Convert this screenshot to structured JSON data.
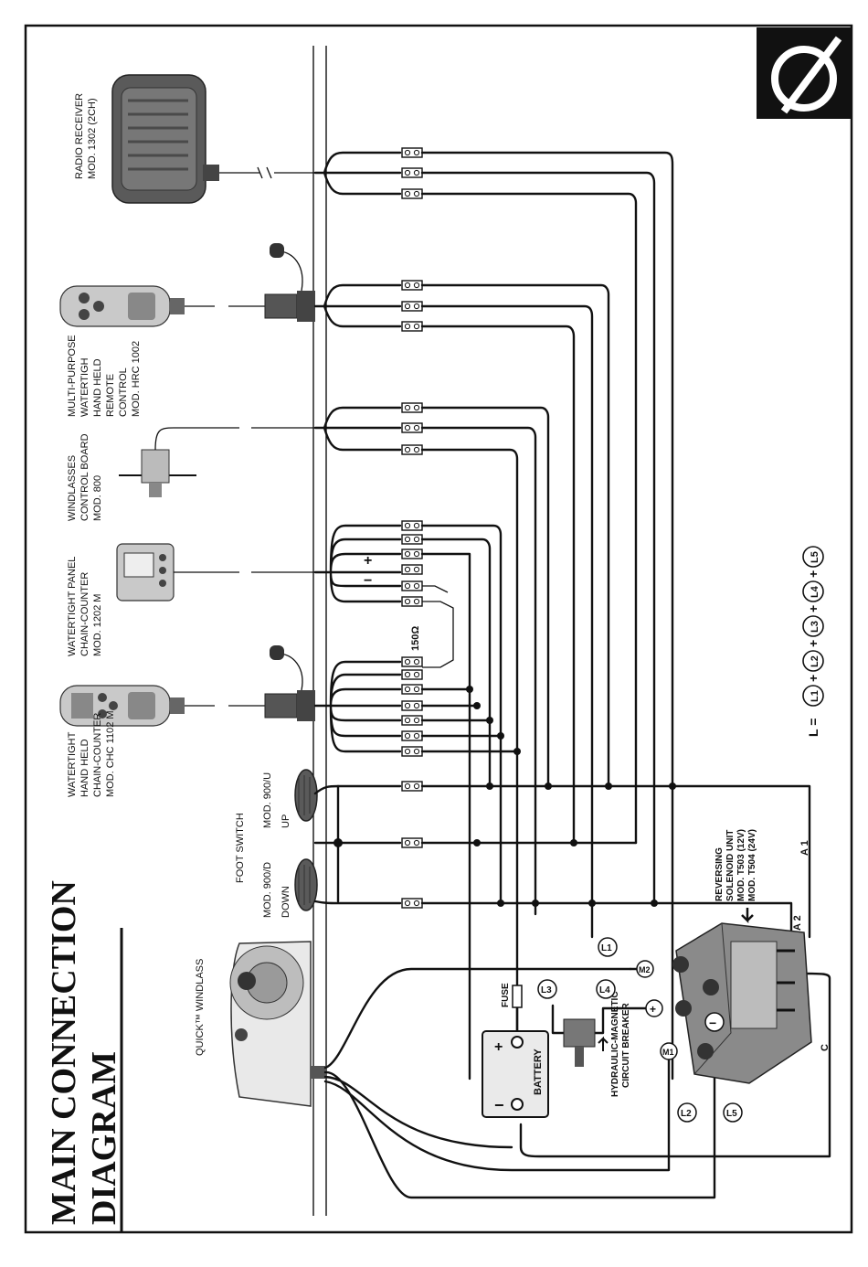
{
  "title": {
    "line1": "MAIN CONNECTION",
    "line2": "DIAGRAM"
  },
  "logo": {
    "icon": "quick-logo-icon"
  },
  "devices": {
    "radio_receiver": [
      "RADIO RECEIVER",
      "MOD. 1302 (2CH)"
    ],
    "hand_remote": [
      "MULTI-PURPOSE",
      "WATERTIGH",
      "HAND HELD",
      "REMOTE",
      "CONTROL",
      "MOD. HRC 1002"
    ],
    "control_board": [
      "WINDLASSES",
      "CONTROL BOARD",
      "MOD. 800"
    ],
    "chain_panel": [
      "WATERTIGHT PANEL",
      "CHAIN-COUNTER",
      "MOD. 1202 M"
    ],
    "hand_chain": [
      "WATERTIGHT",
      "HAND HELD",
      "CHAIN-COUNTER",
      "MOD. CHC 1102 M"
    ],
    "foot_switch_title": "FOOT SWITCH",
    "foot_up": [
      "MOD. 900/U",
      "UP"
    ],
    "foot_down": [
      "MOD. 900/D",
      "DOWN"
    ],
    "windlass": "QUICK™ WINDLASS",
    "solenoid": [
      "REVERSING",
      "SOLENOID UNIT",
      "MOD. T503 (12V)",
      "MOD. T504 (24V)"
    ],
    "battery": "BATTERY",
    "fuse": "FUSE",
    "breaker": [
      "HYDRAULIC-MAGNETIC",
      "CIRCUIT BREAKER"
    ]
  },
  "labels": {
    "plus": "+",
    "minus": "−",
    "resistor": "150Ω",
    "a1": "A 1",
    "a2": "A 2",
    "c": "C",
    "m1": "M1",
    "m2": "M2",
    "l1": "L1",
    "l2": "L2",
    "l3": "L3",
    "l4": "L4",
    "l5": "L5"
  },
  "formula": {
    "prefix": "L =",
    "terms": [
      "L1",
      "L2",
      "L3",
      "L4",
      "L5"
    ],
    "sep": "+"
  }
}
